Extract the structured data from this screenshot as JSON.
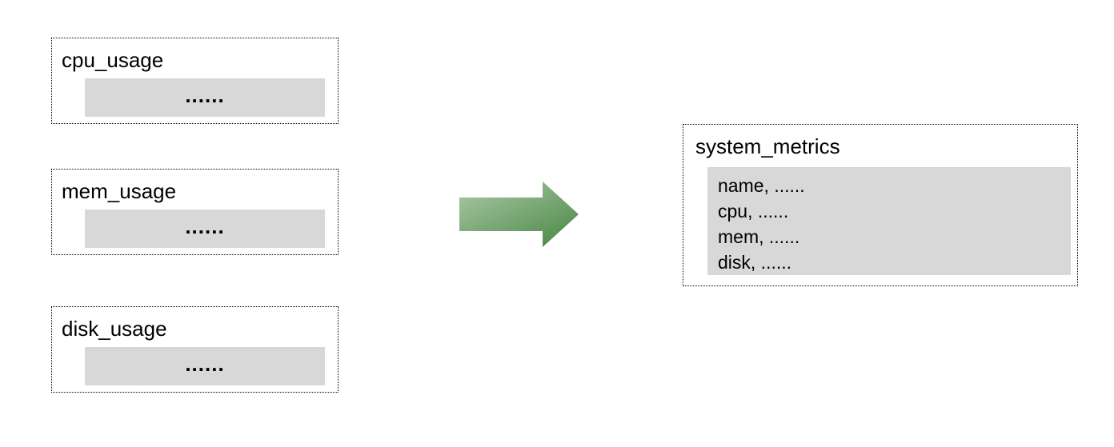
{
  "diagram": {
    "source_boxes": [
      {
        "label": "cpu_usage",
        "placeholder": "......"
      },
      {
        "label": "mem_usage",
        "placeholder": "......"
      },
      {
        "label": "disk_usage",
        "placeholder": "......"
      }
    ],
    "arrow": {
      "direction": "right",
      "gradient_start": "#aecaa8",
      "gradient_end": "#4d8a49"
    },
    "result_box": {
      "label": "system_metrics",
      "rows": [
        "name, ......",
        "cpu, ......",
        "mem, ......",
        "disk, ......"
      ]
    },
    "colors": {
      "panel_fill": "#d8d8d8",
      "border": "#000000",
      "text": "#000000",
      "background": "#ffffff"
    }
  }
}
